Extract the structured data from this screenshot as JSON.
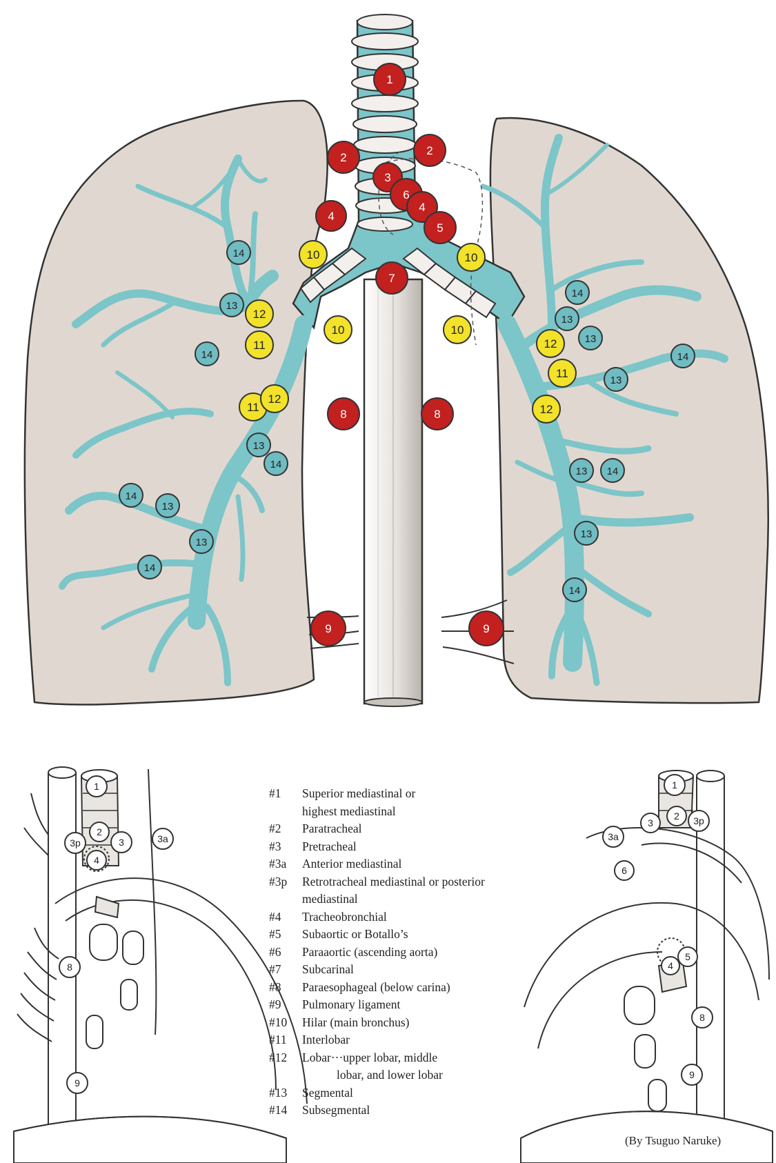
{
  "main_diagram": {
    "nodes": [
      {
        "id": "n1",
        "label": "1",
        "color": "red"
      },
      {
        "id": "n2r",
        "label": "2",
        "color": "red"
      },
      {
        "id": "n2l",
        "label": "2",
        "color": "red"
      },
      {
        "id": "n3",
        "label": "3",
        "color": "red"
      },
      {
        "id": "n6",
        "label": "6",
        "color": "red"
      },
      {
        "id": "n4l",
        "label": "4",
        "color": "red"
      },
      {
        "id": "n4r",
        "label": "4",
        "color": "red"
      },
      {
        "id": "n5",
        "label": "5",
        "color": "red"
      },
      {
        "id": "n7",
        "label": "7",
        "color": "red"
      },
      {
        "id": "n8r",
        "label": "8",
        "color": "red"
      },
      {
        "id": "n8l",
        "label": "8",
        "color": "red"
      },
      {
        "id": "n9r",
        "label": "9",
        "color": "red"
      },
      {
        "id": "n9l",
        "label": "9",
        "color": "red"
      },
      {
        "id": "n10a",
        "label": "10",
        "color": "yellow"
      },
      {
        "id": "n10b",
        "label": "10",
        "color": "yellow"
      },
      {
        "id": "n10c",
        "label": "10",
        "color": "yellow"
      },
      {
        "id": "n10d",
        "label": "10",
        "color": "yellow"
      },
      {
        "id": "n12a",
        "label": "12",
        "color": "yellow"
      },
      {
        "id": "n11a",
        "label": "11",
        "color": "yellow"
      },
      {
        "id": "n11b",
        "label": "11",
        "color": "yellow"
      },
      {
        "id": "n12b",
        "label": "12",
        "color": "yellow"
      },
      {
        "id": "n12c",
        "label": "12",
        "color": "yellow"
      },
      {
        "id": "n11c",
        "label": "11",
        "color": "yellow"
      },
      {
        "id": "n12d",
        "label": "12",
        "color": "yellow"
      },
      {
        "id": "n14a",
        "label": "14",
        "color": "teal"
      },
      {
        "id": "n13a",
        "label": "13",
        "color": "teal"
      },
      {
        "id": "n14b",
        "label": "14",
        "color": "teal"
      },
      {
        "id": "n13b",
        "label": "13",
        "color": "teal"
      },
      {
        "id": "n14c",
        "label": "14",
        "color": "teal"
      },
      {
        "id": "n14d",
        "label": "14",
        "color": "teal"
      },
      {
        "id": "n13c",
        "label": "13",
        "color": "teal"
      },
      {
        "id": "n13d",
        "label": "13",
        "color": "teal"
      },
      {
        "id": "n14e",
        "label": "14",
        "color": "teal"
      },
      {
        "id": "n14f",
        "label": "14",
        "color": "teal"
      },
      {
        "id": "n13e",
        "label": "13",
        "color": "teal"
      },
      {
        "id": "n13f",
        "label": "13",
        "color": "teal"
      },
      {
        "id": "n14g",
        "label": "14",
        "color": "teal"
      },
      {
        "id": "n13g",
        "label": "13",
        "color": "teal"
      },
      {
        "id": "n13h",
        "label": "13",
        "color": "teal"
      },
      {
        "id": "n14h",
        "label": "14",
        "color": "teal"
      },
      {
        "id": "n13i",
        "label": "13",
        "color": "teal"
      },
      {
        "id": "n14i",
        "label": "14",
        "color": "teal"
      }
    ]
  },
  "left_inset": {
    "labels": [
      {
        "id": "l1",
        "label": "1"
      },
      {
        "id": "l2",
        "label": "2"
      },
      {
        "id": "l3p",
        "label": "3p"
      },
      {
        "id": "l3",
        "label": "3"
      },
      {
        "id": "l3a",
        "label": "3a"
      },
      {
        "id": "l4",
        "label": "4"
      },
      {
        "id": "l8",
        "label": "8"
      },
      {
        "id": "l9",
        "label": "9"
      }
    ]
  },
  "right_inset": {
    "labels": [
      {
        "id": "r1",
        "label": "1"
      },
      {
        "id": "r2",
        "label": "2"
      },
      {
        "id": "r3",
        "label": "3"
      },
      {
        "id": "r3p",
        "label": "3p"
      },
      {
        "id": "r3a",
        "label": "3a"
      },
      {
        "id": "r6",
        "label": "6"
      },
      {
        "id": "r4",
        "label": "4"
      },
      {
        "id": "r5",
        "label": "5"
      },
      {
        "id": "r8",
        "label": "8"
      },
      {
        "id": "r9",
        "label": "9"
      }
    ]
  },
  "legend": [
    {
      "num": "#1",
      "text": "Superior mediastinal or",
      "cont": "highest mediastinal"
    },
    {
      "num": "#2",
      "text": "Paratracheal"
    },
    {
      "num": "#3",
      "text": "Pretracheal"
    },
    {
      "num": "#3a",
      "text": "Anterior mediastinal"
    },
    {
      "num": "#3p",
      "text": "Retrotracheal mediastinal or posterior",
      "cont": "mediastinal"
    },
    {
      "num": "#4",
      "text": "Tracheobronchial"
    },
    {
      "num": "#5",
      "text": "Subaortic or Botallo’s"
    },
    {
      "num": "#6",
      "text": "Paraaortic (ascending aorta)"
    },
    {
      "num": "#7",
      "text": "Subcarinal"
    },
    {
      "num": "#8",
      "text": "Paraesophageal (below carina)"
    },
    {
      "num": "#9",
      "text": "Pulmonary ligament"
    },
    {
      "num": "#10",
      "text": "Hilar (main bronchus)"
    },
    {
      "num": "#11",
      "text": "Interlobar"
    },
    {
      "num": "#12",
      "text": "Lobar···upper lobar, middle",
      "cont2": "lobar, and lower lobar"
    },
    {
      "num": "#13",
      "text": "Segmental"
    },
    {
      "num": "#14",
      "text": "Subsegmental"
    }
  ],
  "credit": "(By Tsuguo Naruke)",
  "colors": {
    "lung": "#e0d8d0",
    "bronchus": "#7cc5c9",
    "node_red": "#c32020",
    "node_yellow": "#f2e22a",
    "node_teal": "#6fbcc2",
    "outline": "#333333"
  }
}
